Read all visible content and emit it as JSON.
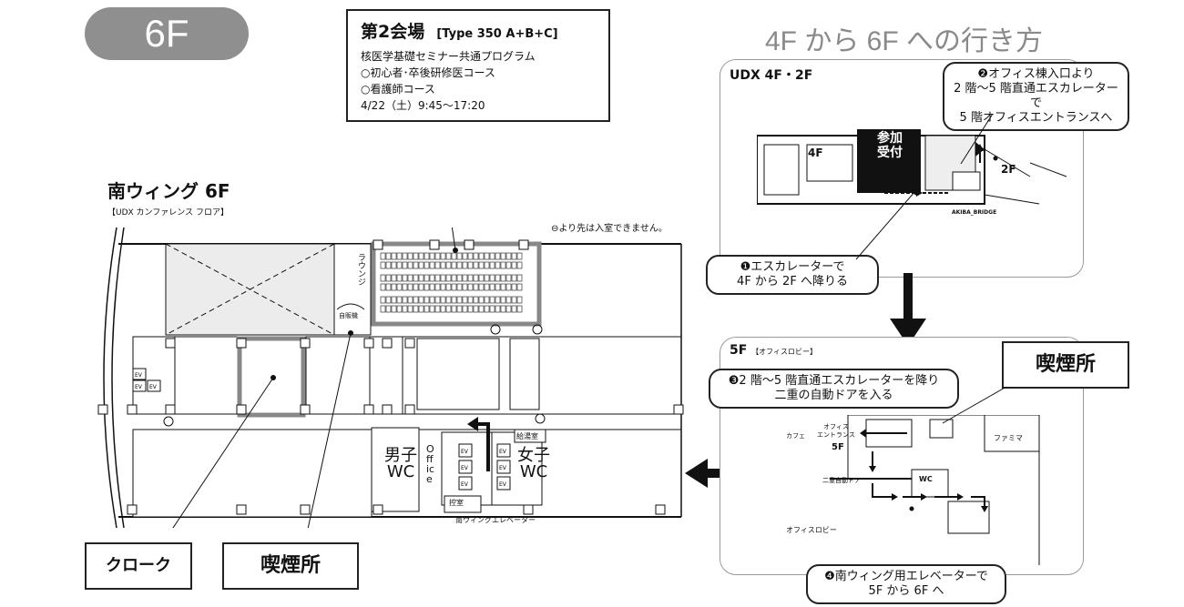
{
  "floor_badge": "6F",
  "session": {
    "title": "第2会場",
    "room_type": "[Type 350 A+B+C]",
    "lines": [
      "核医学基礎セミナー共通プログラム",
      "○初心者･卒後研修医コース",
      "○看護師コース",
      "4/22（土）9:45～17:20"
    ]
  },
  "wing": {
    "title": "南ウィング 6F",
    "subtitle": "【UDX カンファレンス フロア】",
    "no_entry": "⊖より先は入室できません。",
    "lounge": "ラウンジ",
    "vending": "自販機",
    "mens_wc": "男子\nWC",
    "womens_wc": "女子\nWC",
    "office": "Office",
    "waiting_room": "控室",
    "kitchen": "給湯室",
    "elevator_label": "南ウィングエレベーター",
    "ev": "EV",
    "cloakroom_label": "クローク",
    "smoking_label": "喫煙所"
  },
  "route": {
    "title": "4F から 6F への行き方",
    "panel1_title": "UDX 4F・2F",
    "reception": "参加\n受付",
    "label_4f": "4F",
    "label_2f": "2F",
    "akiba_bridge": "AKIBA_BRIDGE",
    "step1": "❶エスカレーターで\n4F から 2F へ降りる",
    "step2": "❷オフィス棟入口より\n2 階～5 階直通エスカレーターで\n5 階オフィスエントランスへ",
    "panel2_title": "5F",
    "panel2_sub": "【オフィスロビー】",
    "step3": "❸2 階～5 階直通エスカレーターを降り\n二重の自動ドアを入る",
    "smoking_label": "喫煙所",
    "cafe": "カフェ",
    "office_entrance": "オフィス\nエントランス",
    "entrance_5f": "5F",
    "familymart": "ファミマ",
    "double_door": "二重自動ドア",
    "wc": "WC",
    "office_lobby": "オフィスロビー",
    "step4": "❹南ウィング用エレベーターで\n5F から 6F へ"
  },
  "colors": {
    "highlight": "#888888",
    "badge": "#8f8f8f",
    "reception": "#111111"
  }
}
